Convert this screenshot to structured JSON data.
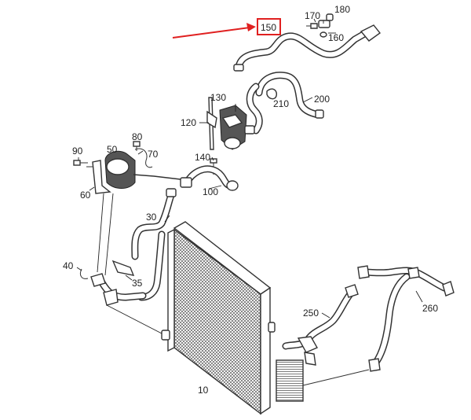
{
  "diagram": {
    "labels": {
      "p10": "10",
      "p30": "30",
      "p35": "35",
      "p40": "40",
      "p50": "50",
      "p60": "60",
      "p70": "70",
      "p80": "80",
      "p90": "90",
      "p100": "100",
      "p120": "120",
      "p130": "130",
      "p140": "140",
      "p150": "150",
      "p160": "160",
      "p170": "170",
      "p180": "180",
      "p200": "200",
      "p210": "210",
      "p250": "250",
      "p260": "260"
    },
    "highlight_color": "#e02020"
  }
}
